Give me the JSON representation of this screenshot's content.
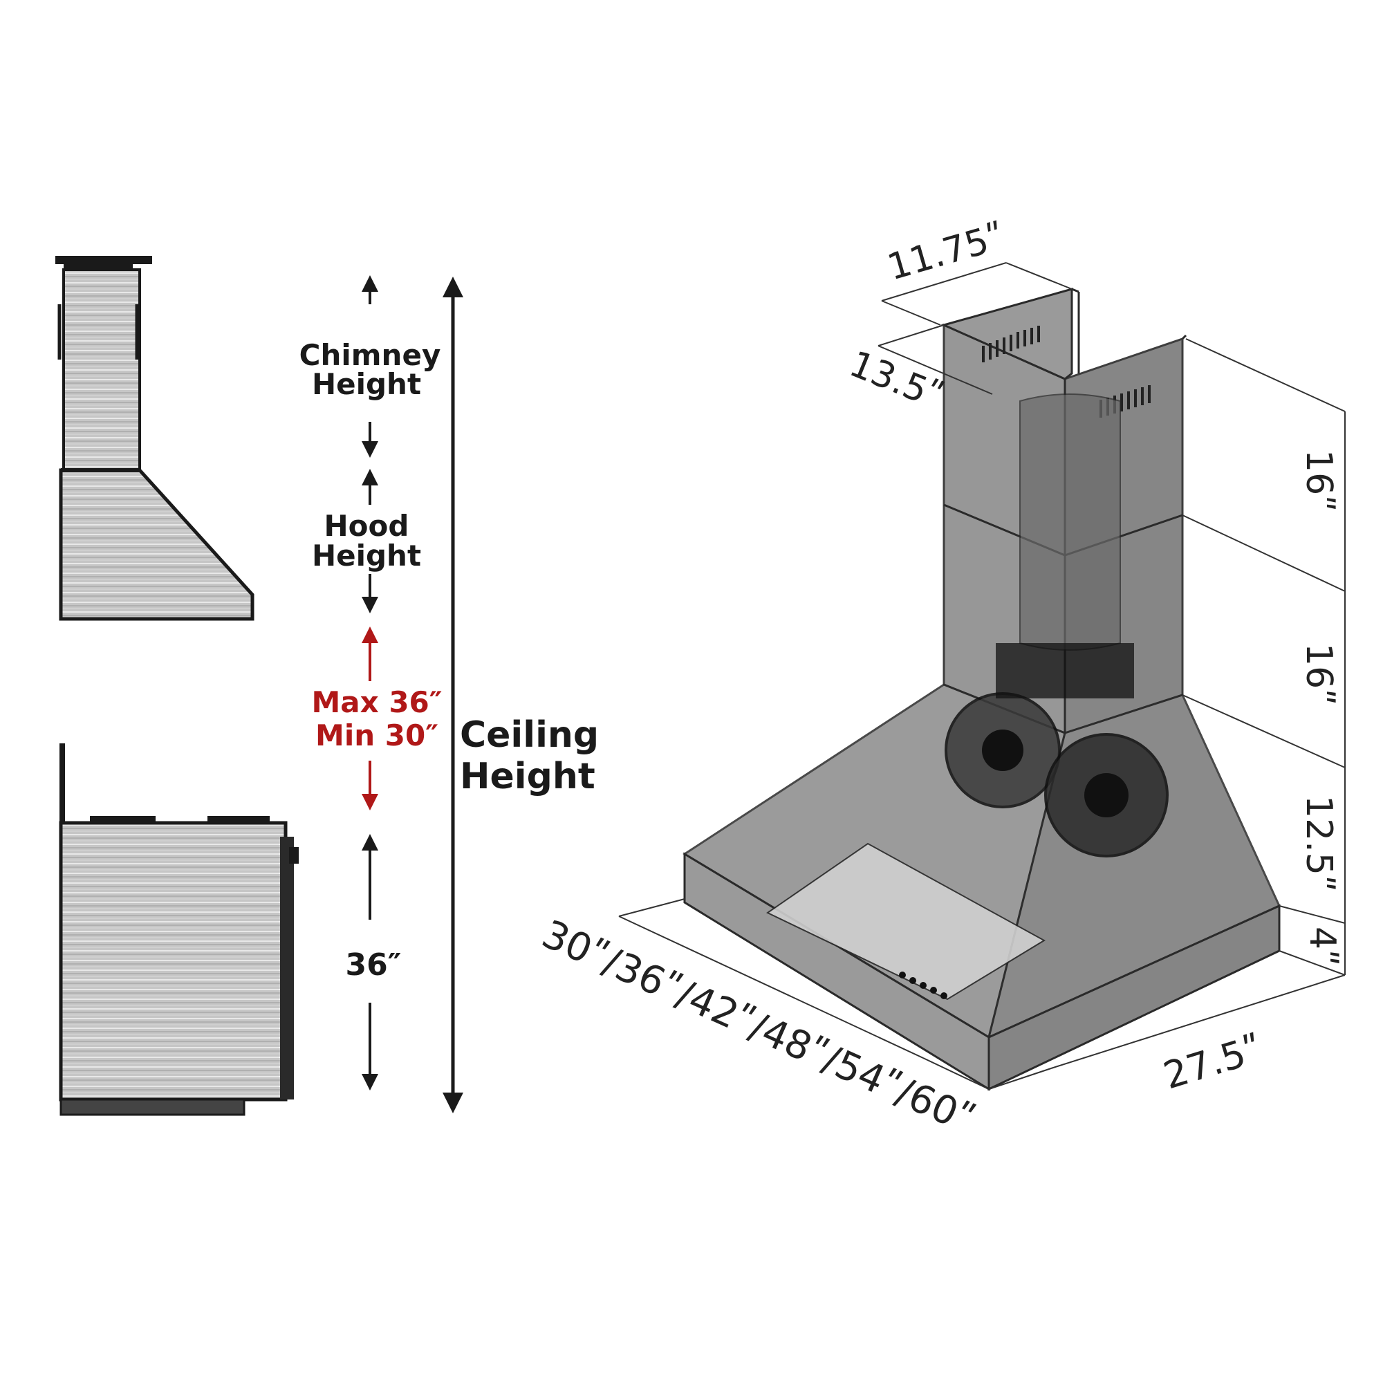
{
  "side_view": {
    "chimney_label_line1": "Chimney",
    "chimney_label_line2": "Height",
    "hood_label_line1": "Hood",
    "hood_label_line2": "Height",
    "clearance_max": "Max 36″",
    "clearance_min": "Min 30″",
    "counter_height": "36″",
    "ceiling_label_line1": "Ceiling",
    "ceiling_label_line2": "Height"
  },
  "hood_dimensions": {
    "chimney_width": "11.75ʺ",
    "chimney_depth": "13.5ʺ",
    "upper_chimney_height": "16ʺ",
    "lower_chimney_height": "16ʺ",
    "hood_body_height": "12.5ʺ",
    "hood_front_height": "4ʺ",
    "hood_widths": "30ʺ/36ʺ/42ʺ/48ʺ/54ʺ/60ʺ",
    "hood_depth": "27.5ʺ"
  },
  "colors": {
    "clearance_red": "#b01818",
    "line_black": "#1a1a1a",
    "steel_light": "#c9c9c9",
    "steel_dark": "#6e6e6e"
  }
}
